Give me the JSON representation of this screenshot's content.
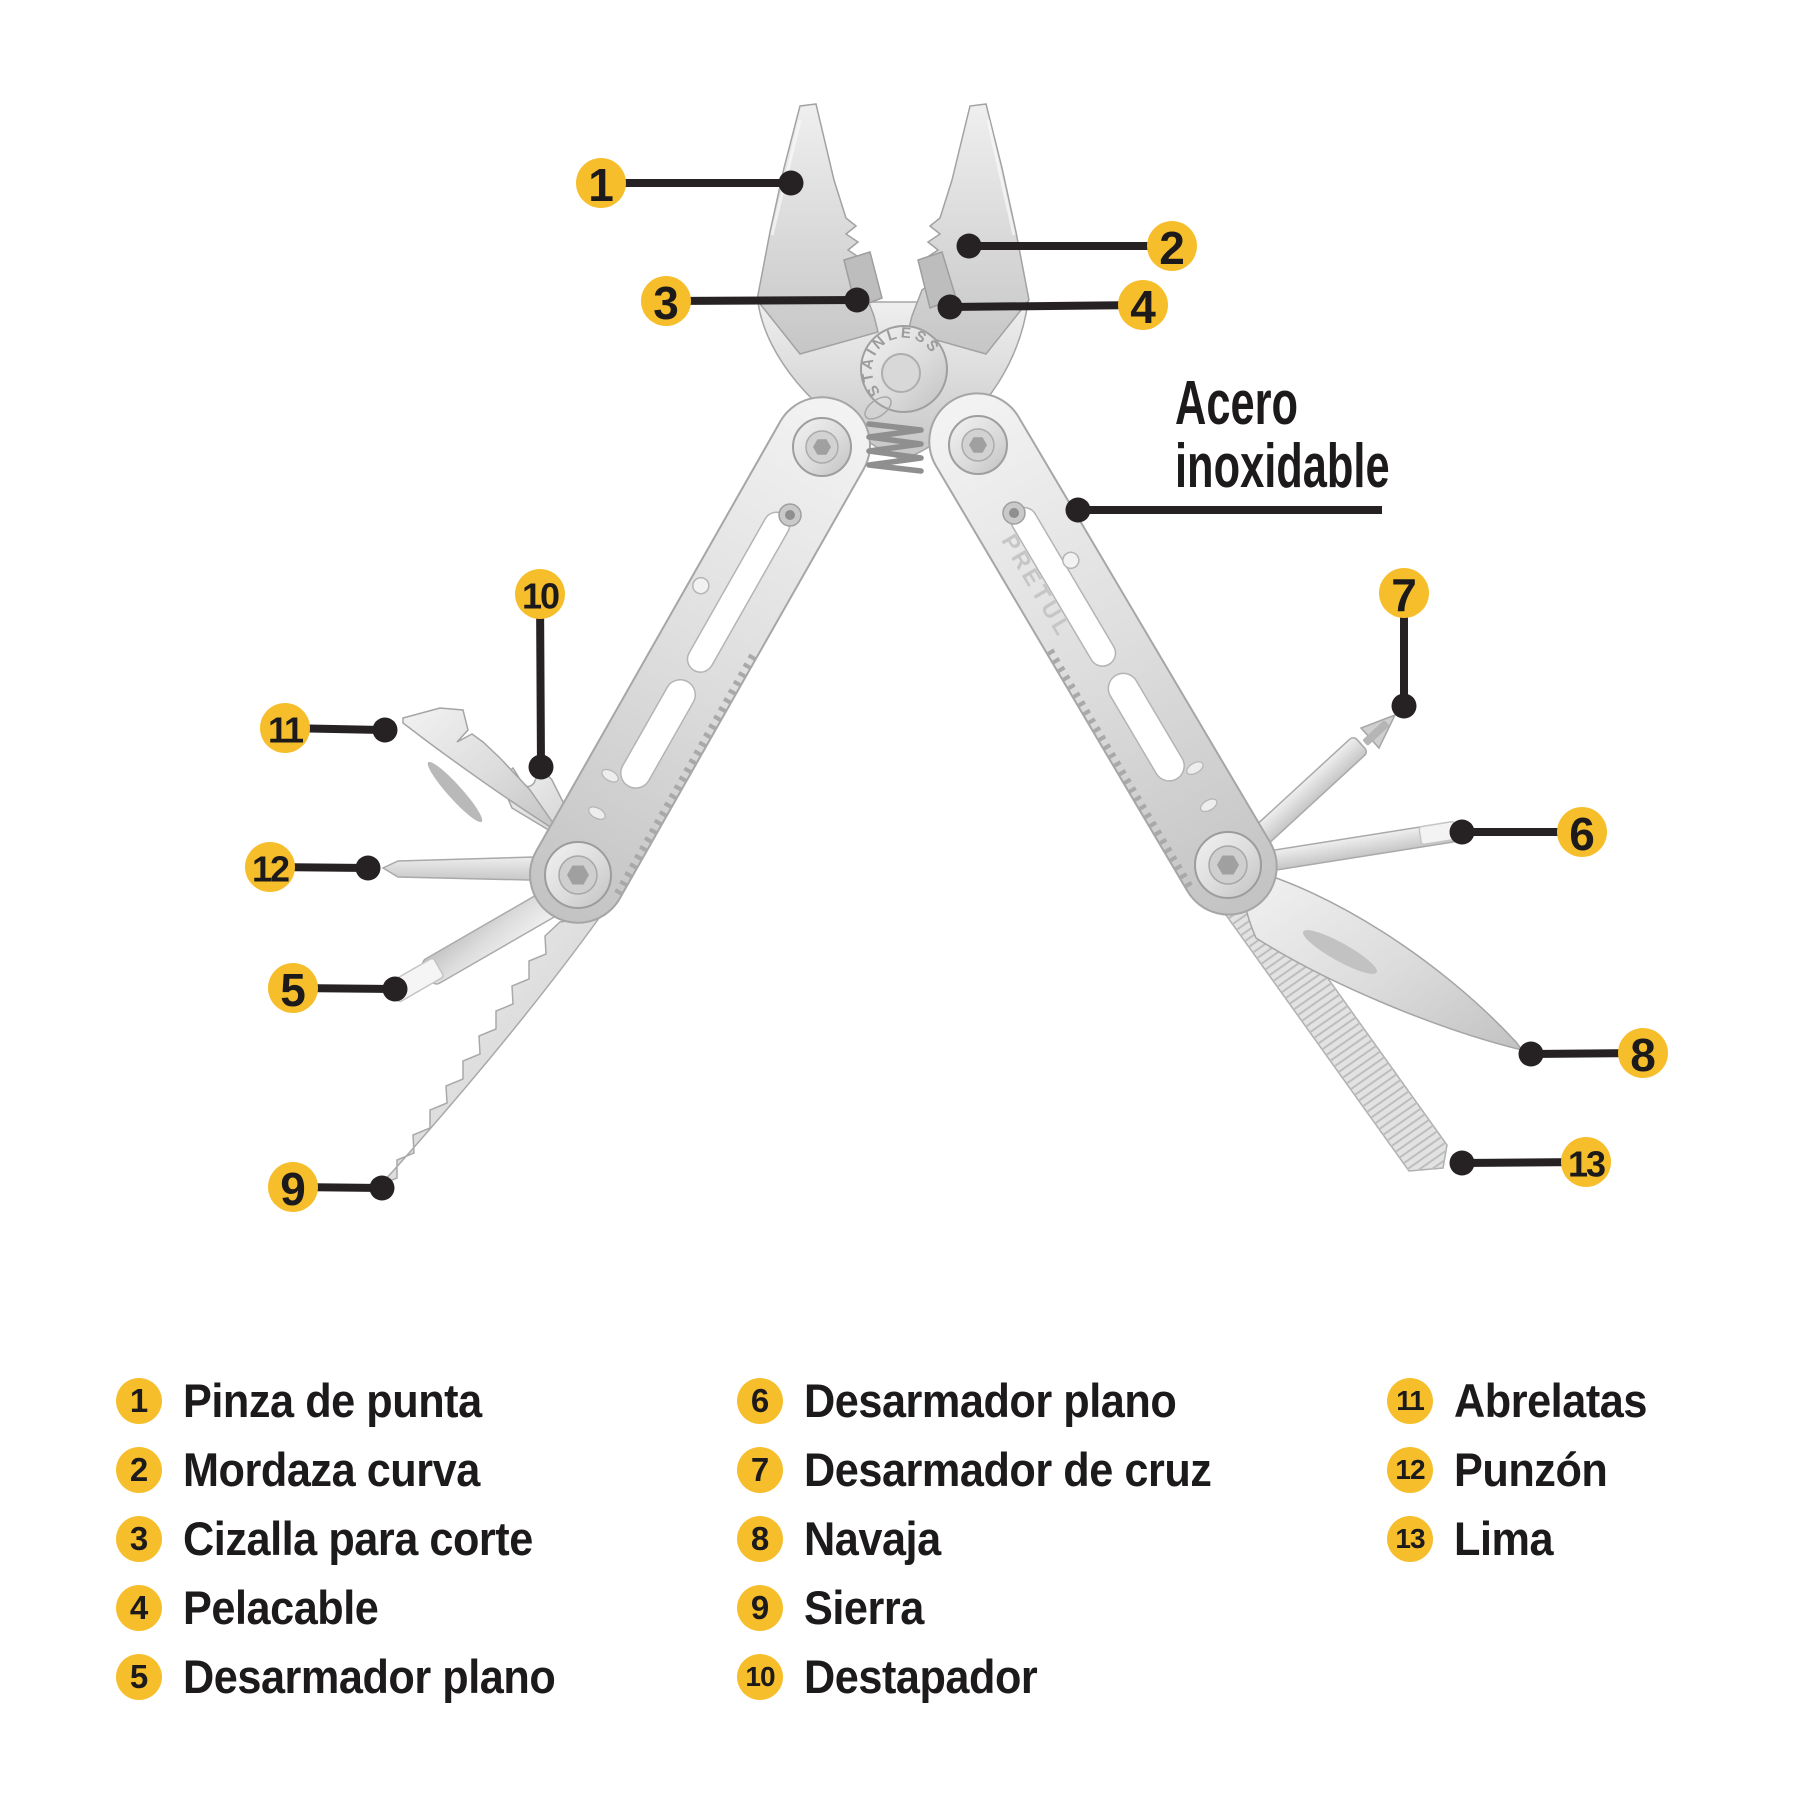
{
  "material_label": {
    "line1": "Acero",
    "line2": "inoxidable"
  },
  "brand": {
    "pivot_engraving": "STAINLESS",
    "handle_engraving": "PRETUL"
  },
  "colors": {
    "accent": "#F6BE2B",
    "ink": "#262223",
    "text": "#1d1a1b"
  },
  "material_pointer": {
    "dot": [
      1078,
      510
    ],
    "end": [
      1382,
      510
    ]
  },
  "callouts": [
    {
      "num": "1",
      "circle": [
        601,
        183
      ],
      "dot": [
        791,
        183
      ]
    },
    {
      "num": "2",
      "circle": [
        1172,
        246
      ],
      "dot": [
        969,
        246
      ]
    },
    {
      "num": "3",
      "circle": [
        666,
        301
      ],
      "dot": [
        857,
        300
      ]
    },
    {
      "num": "4",
      "circle": [
        1143,
        305
      ],
      "dot": [
        950,
        307
      ]
    },
    {
      "num": "5",
      "circle": [
        293,
        988
      ],
      "dot": [
        395,
        989
      ]
    },
    {
      "num": "6",
      "circle": [
        1582,
        832
      ],
      "dot": [
        1462,
        832
      ]
    },
    {
      "num": "7",
      "circle": [
        1404,
        593
      ],
      "dot": [
        1404,
        706
      ]
    },
    {
      "num": "8",
      "circle": [
        1643,
        1053
      ],
      "dot": [
        1531,
        1054
      ]
    },
    {
      "num": "9",
      "circle": [
        293,
        1187
      ],
      "dot": [
        382,
        1188
      ]
    },
    {
      "num": "10",
      "circle": [
        540,
        594
      ],
      "dot": [
        541,
        767
      ]
    },
    {
      "num": "11",
      "circle": [
        285,
        728
      ],
      "dot": [
        385,
        730
      ]
    },
    {
      "num": "12",
      "circle": [
        270,
        867
      ],
      "dot": [
        368,
        868
      ]
    },
    {
      "num": "13",
      "circle": [
        1586,
        1162
      ],
      "dot": [
        1462,
        1163
      ]
    }
  ],
  "legend": {
    "columns": [
      {
        "items": [
          {
            "num": "1",
            "label": "Pinza de punta"
          },
          {
            "num": "2",
            "label": "Mordaza curva"
          },
          {
            "num": "3",
            "label": "Cizalla para corte"
          },
          {
            "num": "4",
            "label": "Pelacable"
          },
          {
            "num": "5",
            "label": "Desarmador plano"
          }
        ]
      },
      {
        "items": [
          {
            "num": "6",
            "label": "Desarmador plano"
          },
          {
            "num": "7",
            "label": "Desarmador de cruz"
          },
          {
            "num": "8",
            "label": "Navaja"
          },
          {
            "num": "9",
            "label": "Sierra"
          },
          {
            "num": "10",
            "label": "Destapador"
          }
        ]
      },
      {
        "items": [
          {
            "num": "11",
            "label": "Abrelatas"
          },
          {
            "num": "12",
            "label": "Punzón"
          },
          {
            "num": "13",
            "label": "Lima"
          }
        ]
      }
    ]
  }
}
